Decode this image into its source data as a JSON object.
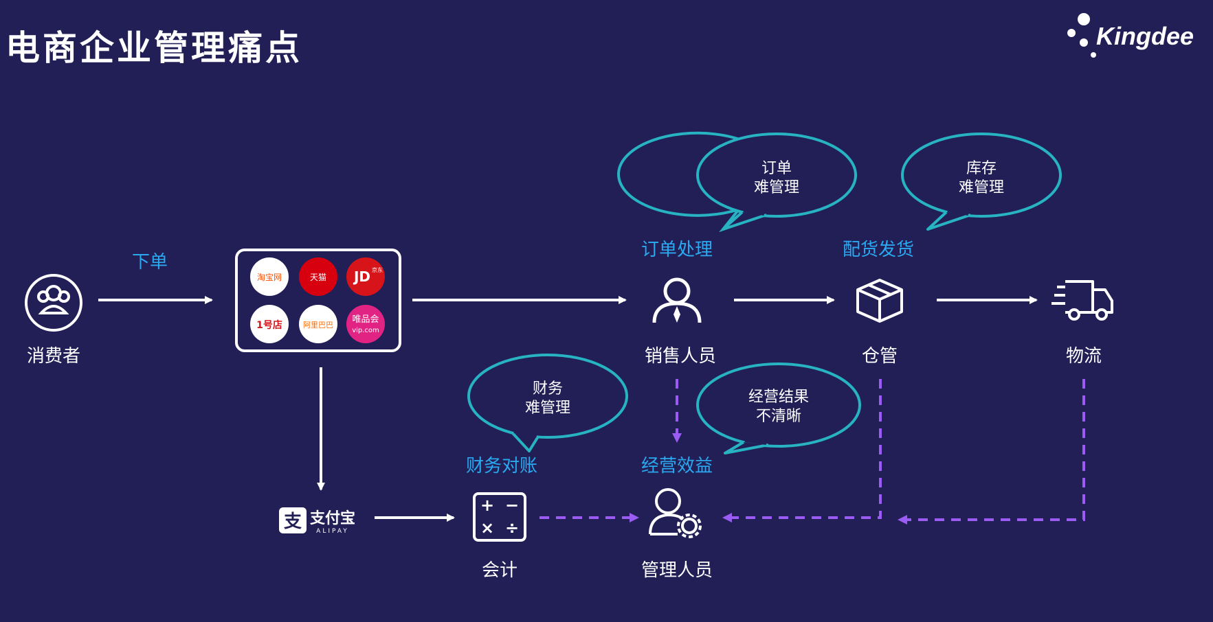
{
  "title": "电商企业管理痛点",
  "logo": {
    "text": "Kingdee"
  },
  "colors": {
    "background": "#221f57",
    "bubble_outline": "#27b3c2",
    "flow_arrow": "#ffffff",
    "dashed_arrow": "#9b5cf6",
    "accent_label": "#2aa9f0"
  },
  "nodes": {
    "consumer": "消费者",
    "sales": "销售人员",
    "warehouse": "仓管",
    "logistics": "物流",
    "accounting": "会计",
    "management": "管理人员"
  },
  "step_labels": {
    "place_order": "下单",
    "order_processing": "订单处理",
    "picking_shipping": "配货发货",
    "finance_reconciliation": "财务对账",
    "business_results": "经营效益"
  },
  "bubbles": {
    "order": {
      "line1": "订单",
      "line2": "难管理"
    },
    "inventory": {
      "line1": "库存",
      "line2": "难管理"
    },
    "finance": {
      "line1": "财务",
      "line2": "难管理"
    },
    "results": {
      "line1": "经营结果",
      "line2": "不清晰"
    }
  },
  "platforms": {
    "taobao": "淘宝网",
    "tmall": "天猫",
    "jd": "JD",
    "jd_small": "京东",
    "yhd": "1号店",
    "alibaba": "阿里巴巴",
    "vip": "唯品会",
    "vip_small": "vip.com"
  },
  "alipay": {
    "cn": "支付宝",
    "en": "ALIPAY"
  },
  "accounting_symbols": {
    "plus": "+",
    "minus": "−",
    "times": "×",
    "divide": "÷"
  }
}
